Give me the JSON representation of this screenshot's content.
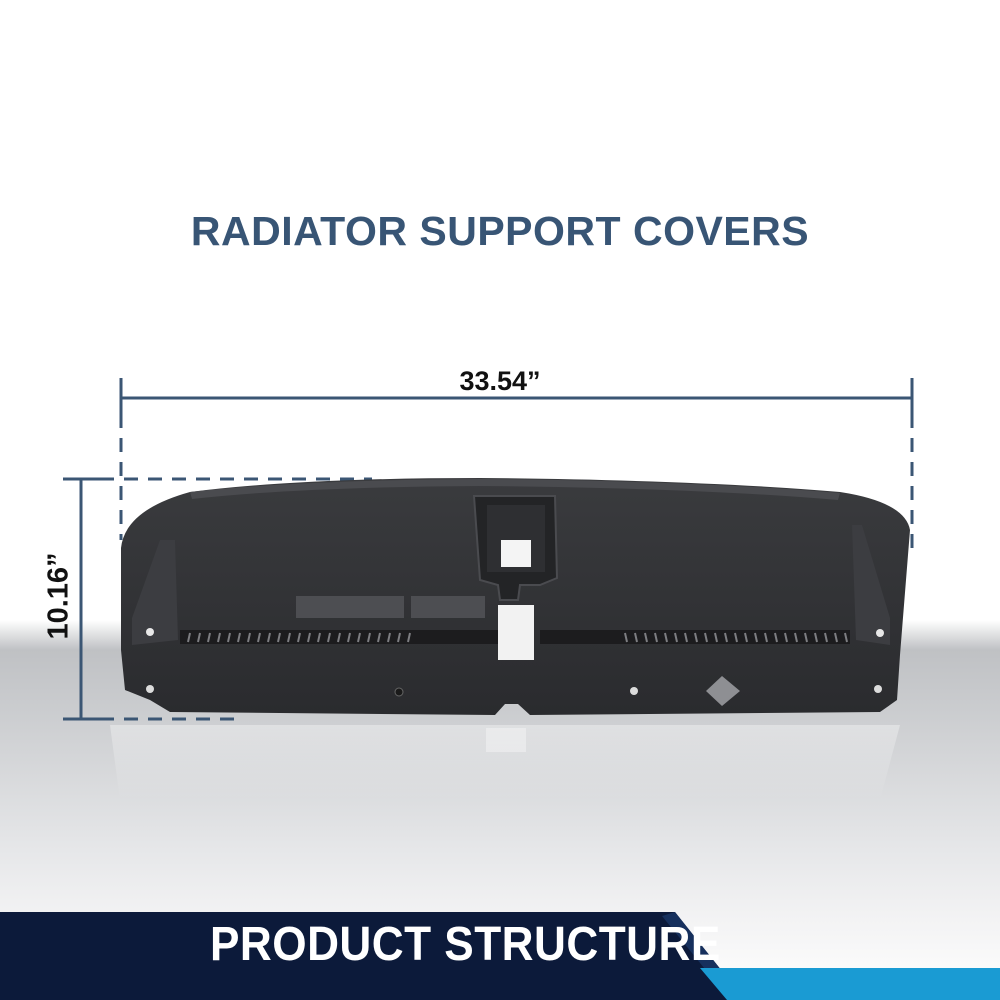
{
  "header": {
    "title": "RADIATOR SUPPORT COVERS"
  },
  "dimensions": {
    "width_label": "33.54”",
    "height_label": "10.16”"
  },
  "footer": {
    "banner_text": "PRODUCT STRUCTURE"
  },
  "colors": {
    "title": "#385575",
    "dimension_line": "#3b5674",
    "banner_dark": "#0c1a3a",
    "banner_accent": "#1a9bd3",
    "part": "#2f3033"
  },
  "icons": {
    "product": "radiator-support-cover-image"
  }
}
